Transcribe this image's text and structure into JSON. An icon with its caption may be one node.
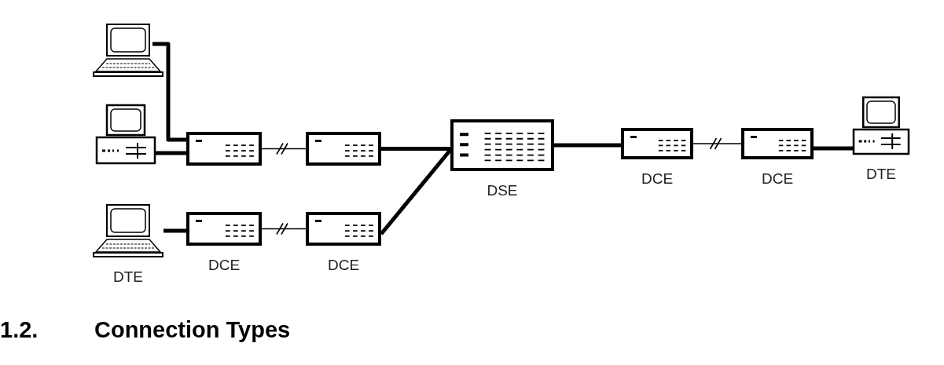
{
  "diagram": {
    "nodes": [
      {
        "text": [],
        "shape": "picture"
      },
      {
        "text": [],
        "shape": "picture"
      },
      {
        "text": [],
        "shape": "picture",
        "beside": [
          "DTE"
        ]
      },
      {
        "text": [],
        "shape": "box"
      },
      {
        "text": [],
        "shape": "box"
      },
      {
        "text": [],
        "shape": "box",
        "beside": [
          "DCE"
        ]
      },
      {
        "text": [],
        "shape": "box",
        "beside": [
          "DCE"
        ]
      },
      {
        "text": [],
        "shape": "box",
        "beside": [
          "DSE"
        ]
      },
      {
        "text": [],
        "shape": "box",
        "beside": [
          "DCE"
        ]
      },
      {
        "text": [],
        "shape": "box",
        "beside": [
          "DCE"
        ]
      },
      {
        "text": [],
        "shape": "picture",
        "beside": [
          "DTE"
        ]
      }
    ],
    "edges": [
      {
        "from": 0,
        "to": 3,
        "arrow": "none"
      },
      {
        "from": 1,
        "to": 3,
        "arrow": "none"
      },
      {
        "from": 3,
        "to": 4,
        "arrow": "none"
      },
      {
        "from": 4,
        "to": 7,
        "arrow": "none"
      },
      {
        "from": 2,
        "to": 5,
        "arrow": "none"
      },
      {
        "from": 5,
        "to": 6,
        "arrow": "none"
      },
      {
        "from": 6,
        "to": 7,
        "arrow": "none"
      },
      {
        "from": 7,
        "to": 8,
        "arrow": "none"
      },
      {
        "from": 8,
        "to": 9,
        "arrow": "none"
      },
      {
        "from": 9,
        "to": 10,
        "arrow": "none"
      }
    ],
    "labels": [
      "1.2.",
      "Connection Types"
    ]
  }
}
